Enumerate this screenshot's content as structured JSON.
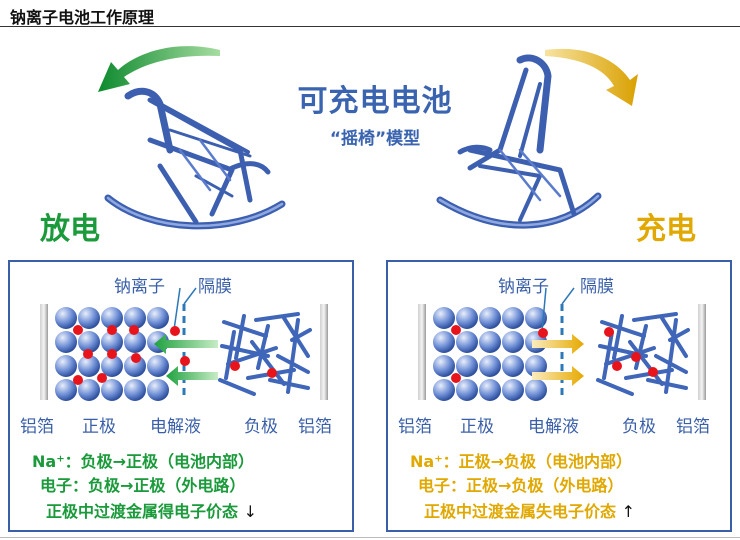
{
  "page_title": "钠离子电池工作原理",
  "main_title": "可充电电池",
  "sub_title": "“摇椅”模型",
  "discharge": {
    "label": "放电",
    "sodium_ion": "钠离子",
    "separator": "隔膜",
    "foil_left": "铝箔",
    "positive": "正极",
    "electrolyte": "电解液",
    "negative": "负极",
    "foil_right": "铝箔",
    "line1": "Na⁺：负极→正极（电池内部）",
    "line2": "电子：负极→正极（外电路）",
    "line3": "正极中过渡金属得电子价态",
    "line3_arrow": "↓"
  },
  "charge": {
    "label": "充电",
    "sodium_ion": "钠离子",
    "separator": "隔膜",
    "foil_left": "铝箔",
    "positive": "正极",
    "electrolyte": "电解液",
    "negative": "负极",
    "foil_right": "铝箔",
    "line1": "Na⁺：正极→负极（电池内部）",
    "line2": "电子：正极→负极（外电路）",
    "line3": "正极中过渡金属失电子价态",
    "line3_arrow": "↑"
  },
  "colors": {
    "discharge": "#1a9a3a",
    "charge": "#e0a800",
    "frame": "#3a5fa8",
    "ion": "#e8141c"
  }
}
